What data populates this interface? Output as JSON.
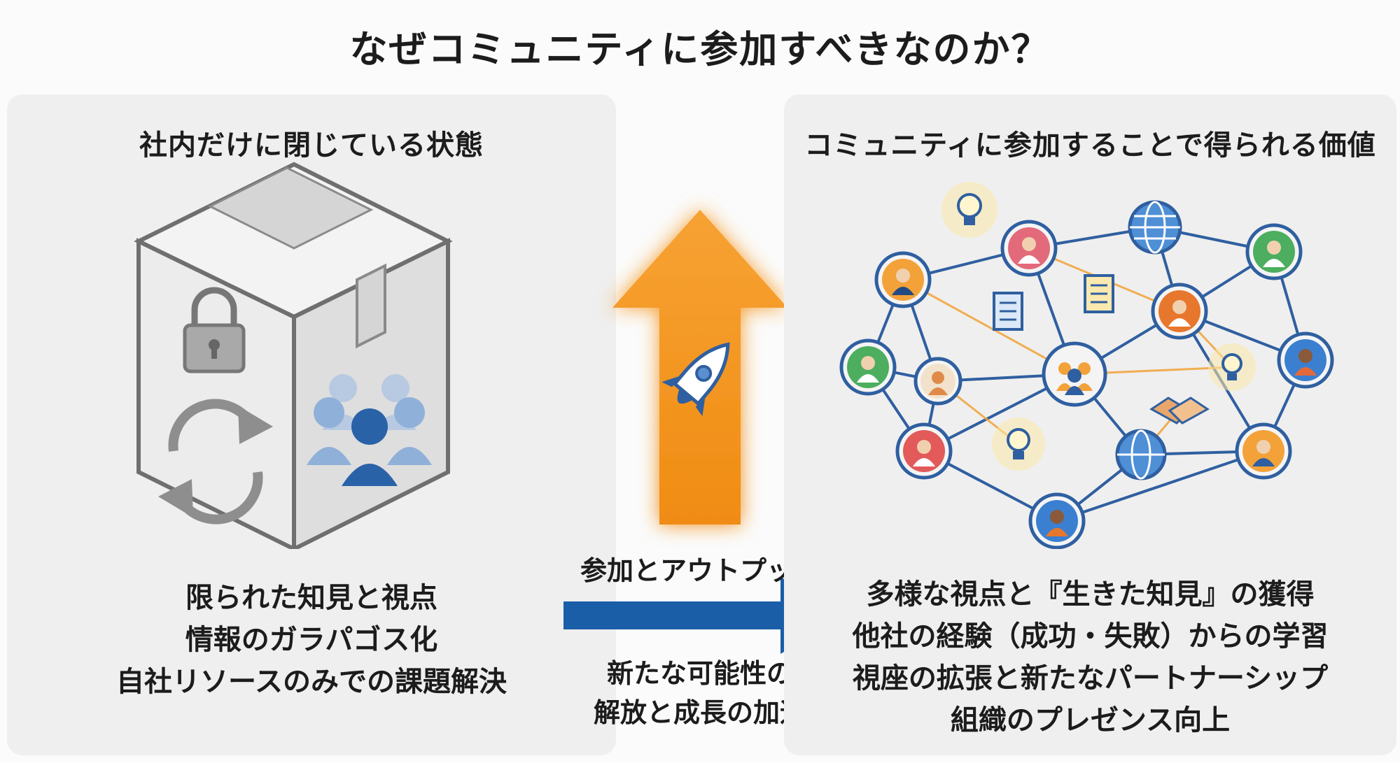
{
  "title": "なぜコミュニティに参加すべきなのか？",
  "left": {
    "heading": "社内だけに閉じている状態",
    "lines": [
      "限られた知見と視点",
      "情報のガラパゴス化",
      "自社リソースのみでの課題解決"
    ],
    "icons": [
      "box-icon",
      "lock-icon",
      "refresh-icon",
      "group-icon"
    ]
  },
  "center": {
    "output_label": "参加とアウトプット",
    "growth_lines": [
      "新たな可能性の",
      "解放と成長の加速"
    ],
    "icons": [
      "up-arrow-icon",
      "rocket-icon",
      "right-arrow-icon"
    ]
  },
  "right": {
    "heading": "コミュニティに参加することで得られる価値",
    "lines": [
      "多様な視点と『生きた知見』の獲得",
      "他社の経験（成功・失敗）からの学習",
      "視座の拡張と新たなパートナーシップ",
      "組織のプレゼンス向上"
    ],
    "icons": [
      "network-icon",
      "person-icon",
      "globe-icon",
      "lightbulb-icon",
      "document-icon",
      "handshake-icon"
    ]
  },
  "colors": {
    "orange": "#f39a1e",
    "blue": "#1a5ea8",
    "panel": "#efefef"
  }
}
